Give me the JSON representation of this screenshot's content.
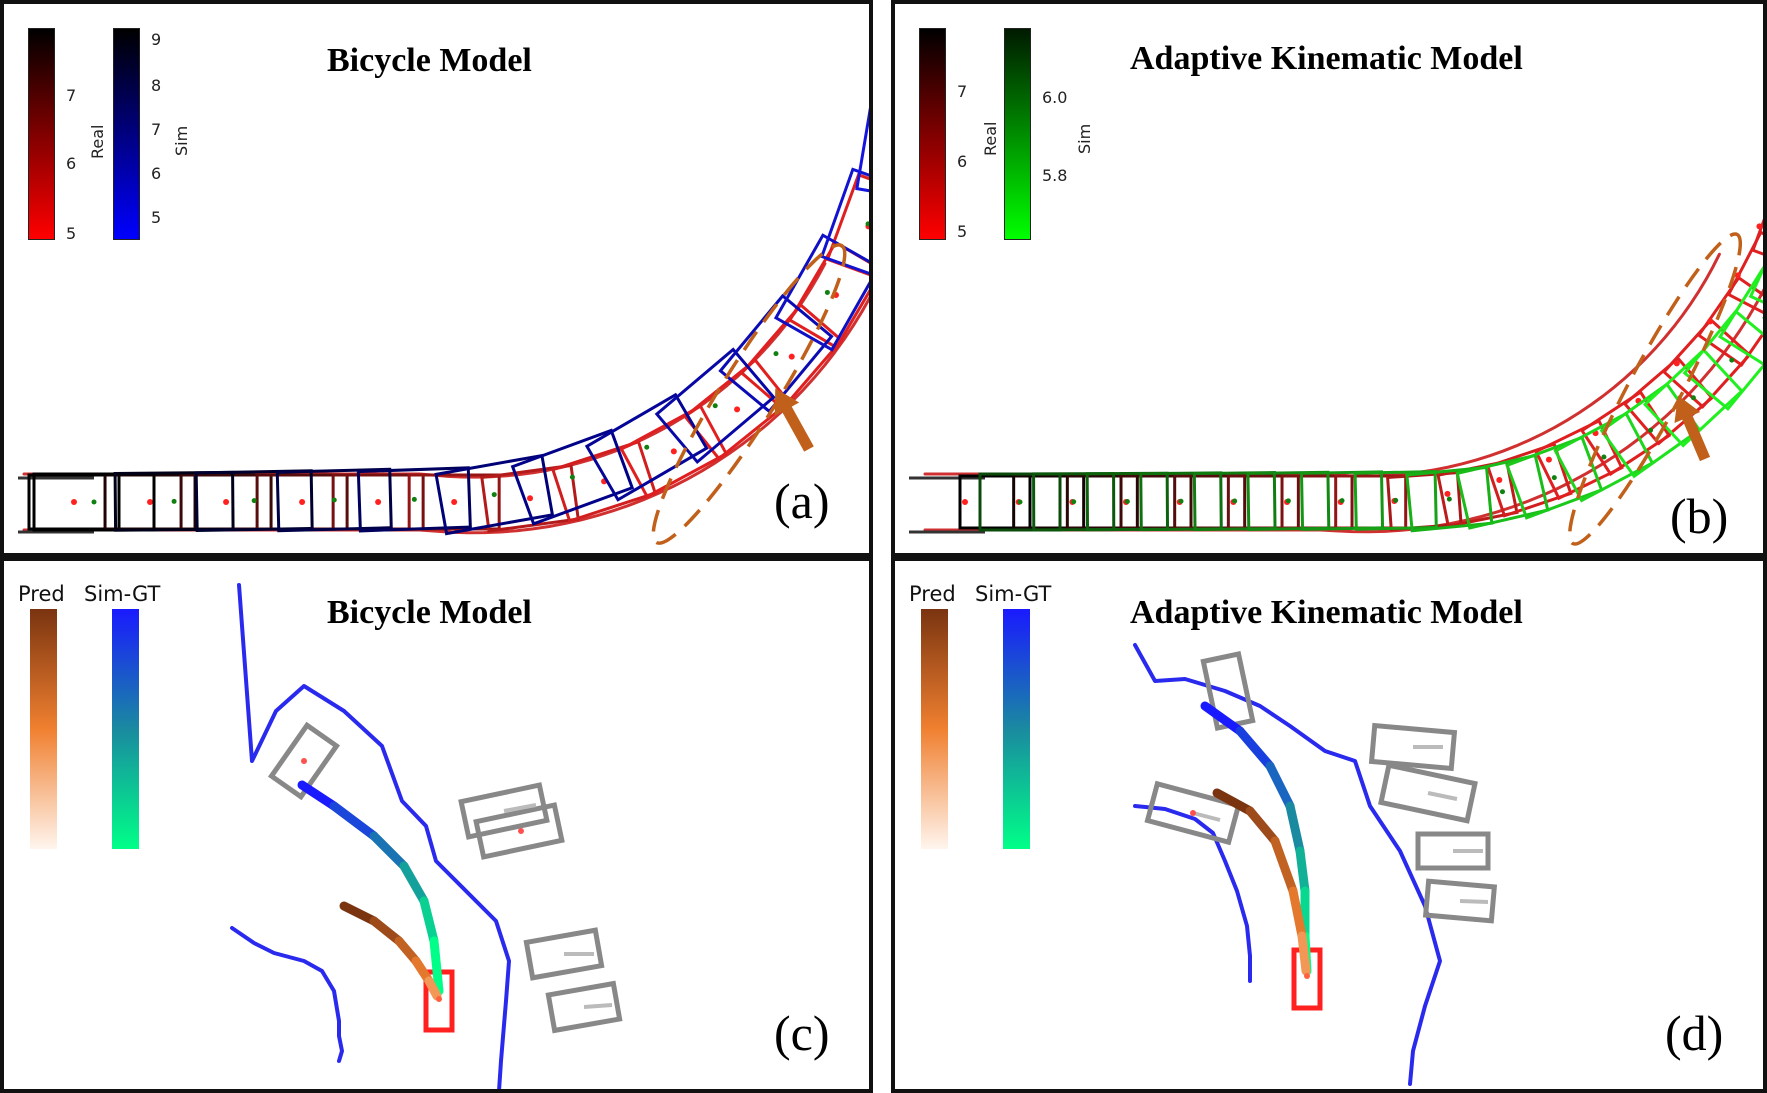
{
  "panels": [
    {
      "id": "a",
      "title": "Bicycle Model",
      "label": "(a)",
      "colorbars": [
        {
          "name": "Real",
          "ticks": [
            "7",
            "6",
            "5"
          ],
          "colors": [
            "#000000",
            "#ff0000"
          ]
        },
        {
          "name": "Sim",
          "ticks": [
            "9",
            "8",
            "7",
            "6",
            "5"
          ],
          "colors": [
            "#000000",
            "#0000ff"
          ]
        }
      ]
    },
    {
      "id": "b",
      "title": "Adaptive Kinematic Model",
      "label": "(b)",
      "colorbars": [
        {
          "name": "Real",
          "ticks": [
            "7",
            "6",
            "5"
          ],
          "colors": [
            "#000000",
            "#ff0000"
          ]
        },
        {
          "name": "Sim",
          "ticks": [
            "6.0",
            "5.8"
          ],
          "colors": [
            "#001a00",
            "#00ff00"
          ]
        }
      ]
    },
    {
      "id": "c",
      "title": "Bicycle Model",
      "label": "(c)",
      "legend": [
        {
          "name": "Pred",
          "colors": [
            "#7a3410",
            "#f08030",
            "#fff5ee"
          ]
        },
        {
          "name": "Sim-GT",
          "colors": [
            "#1a1aff",
            "#1a8aa0",
            "#00ff88"
          ]
        }
      ]
    },
    {
      "id": "d",
      "title": "Adaptive Kinematic Model",
      "label": "(d)",
      "legend": [
        {
          "name": "Pred",
          "colors": [
            "#7a3410",
            "#f08030",
            "#fff5ee"
          ]
        },
        {
          "name": "Sim-GT",
          "colors": [
            "#1a1aff",
            "#1a8aa0",
            "#00ff88"
          ]
        }
      ]
    }
  ]
}
